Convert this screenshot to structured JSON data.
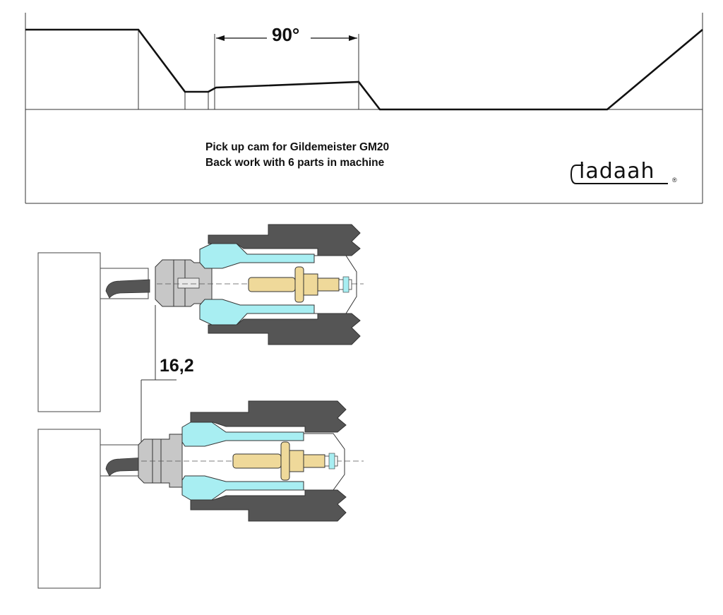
{
  "cam": {
    "angle_label": "90°",
    "caption_line1": "Pick up cam for Gildemeister GM20",
    "caption_line2": "Back work with 6 parts in machine"
  },
  "logo": {
    "text": "ladaah",
    "mark": "®"
  },
  "spindles": {
    "offset_label": "16,2"
  },
  "colors": {
    "collet": "#a8eef2",
    "housing": "#555555",
    "part_gold": "#efd99a",
    "workpiece_gray": "#c7c7c7",
    "line": "#111111"
  }
}
